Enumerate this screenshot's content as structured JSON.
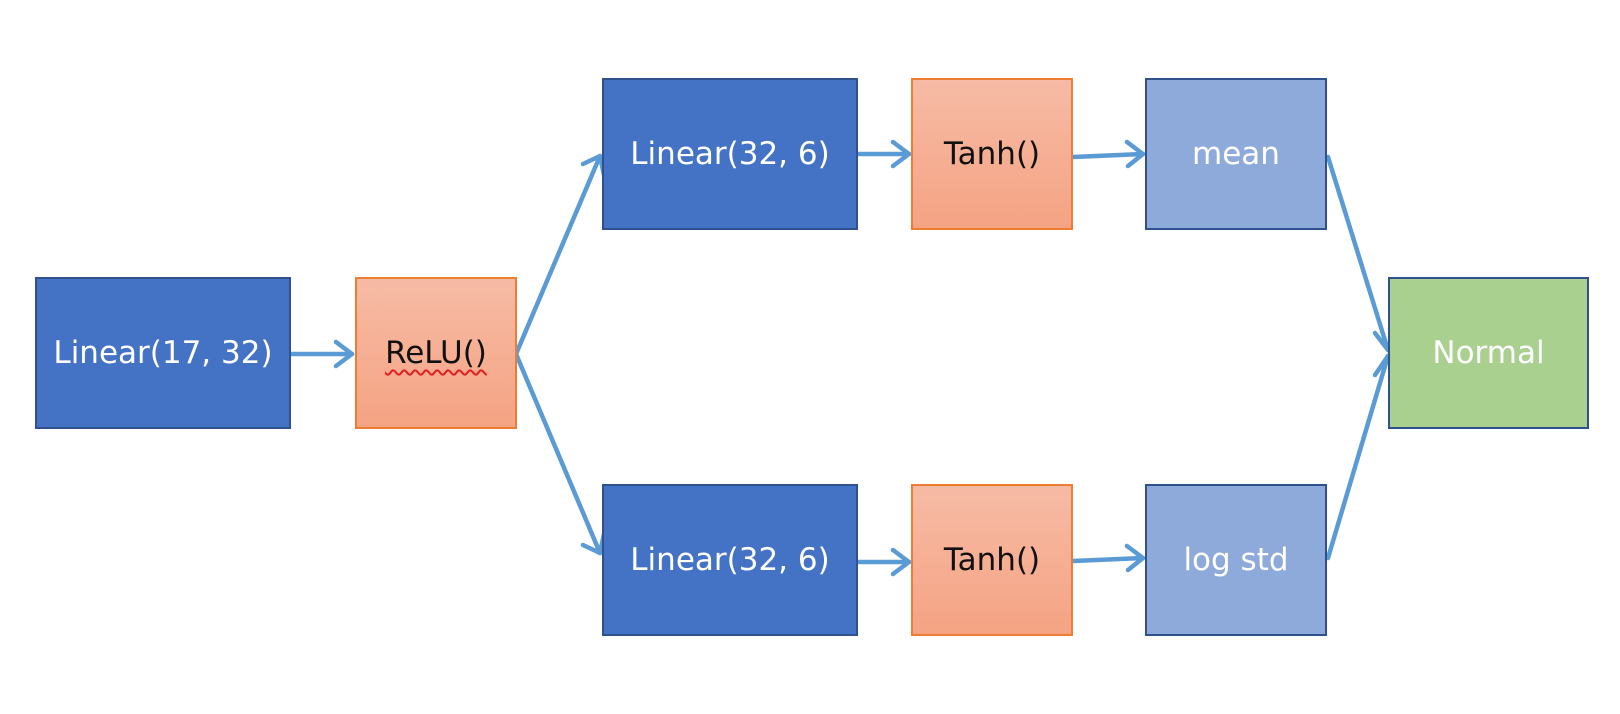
{
  "diagram": {
    "nodes": {
      "linear_in": "Linear(17, 32)",
      "relu": "ReLU()",
      "linear_mean": "Linear(32, 6)",
      "tanh_mean": "Tanh()",
      "mean": "mean",
      "linear_logstd": "Linear(32, 6)",
      "tanh_logstd": "Tanh()",
      "logstd": "log std",
      "normal": "Normal"
    },
    "edges": [
      {
        "from": "linear_in",
        "to": "relu"
      },
      {
        "from": "relu",
        "to": "linear_mean"
      },
      {
        "from": "relu",
        "to": "linear_logstd"
      },
      {
        "from": "linear_mean",
        "to": "tanh_mean"
      },
      {
        "from": "tanh_mean",
        "to": "mean"
      },
      {
        "from": "linear_logstd",
        "to": "tanh_logstd"
      },
      {
        "from": "tanh_logstd",
        "to": "logstd"
      },
      {
        "from": "mean",
        "to": "normal"
      },
      {
        "from": "logstd",
        "to": "normal"
      }
    ],
    "colors": {
      "linear": "#4472c4",
      "activation": "#f5a383",
      "statistic": "#8eaadb",
      "distribution": "#a9d08e",
      "arrow": "#5b9bd5"
    }
  }
}
